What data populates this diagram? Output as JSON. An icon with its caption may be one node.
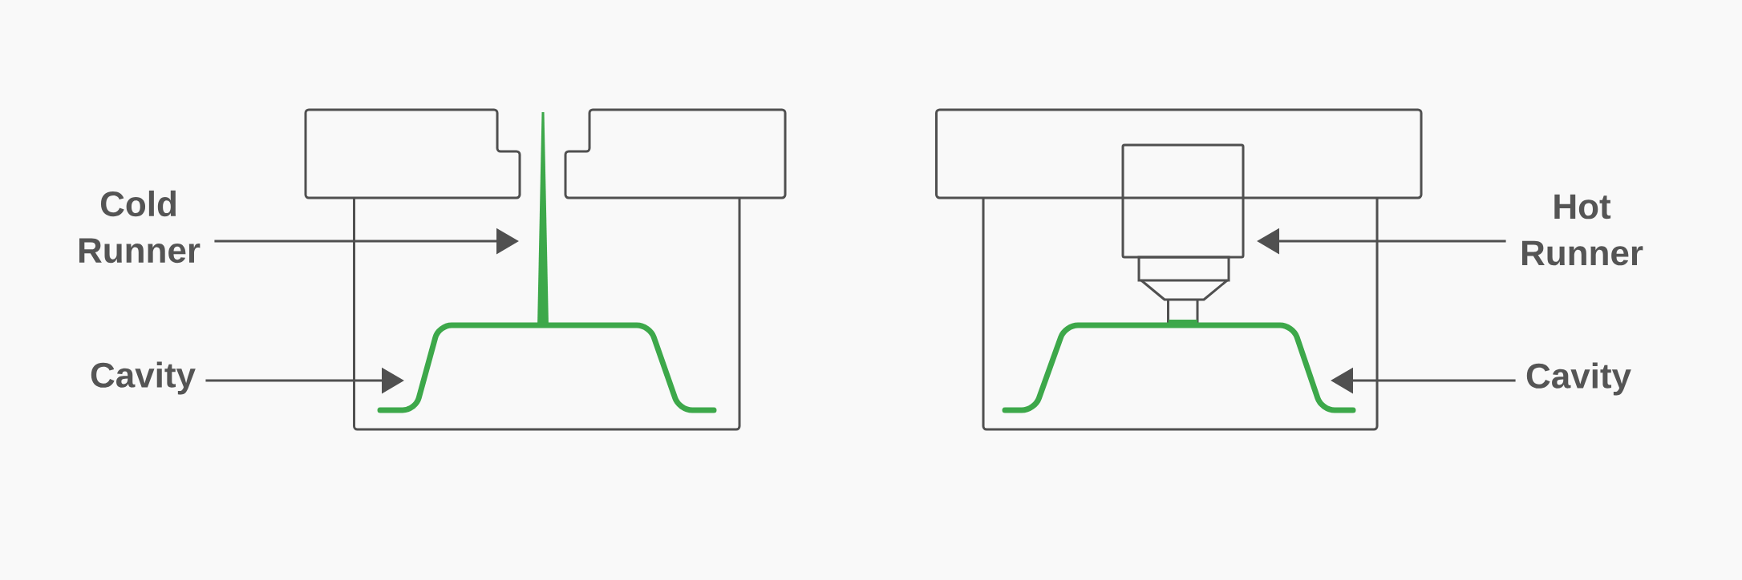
{
  "diagram": {
    "nodes": [
      {
        "text": [
          "Cold Runner"
        ]
      },
      {
        "text": [
          "Cavity"
        ]
      },
      {
        "text": [
          "Hot Runner"
        ]
      },
      {
        "text": [
          "Cavity"
        ]
      }
    ],
    "edges": [
      {
        "from": 0,
        "to": null,
        "arrow": "to"
      },
      {
        "from": 1,
        "to": null,
        "arrow": "to"
      },
      {
        "from": 2,
        "to": null,
        "arrow": "to"
      },
      {
        "from": 3,
        "to": null,
        "arrow": "to"
      }
    ]
  }
}
